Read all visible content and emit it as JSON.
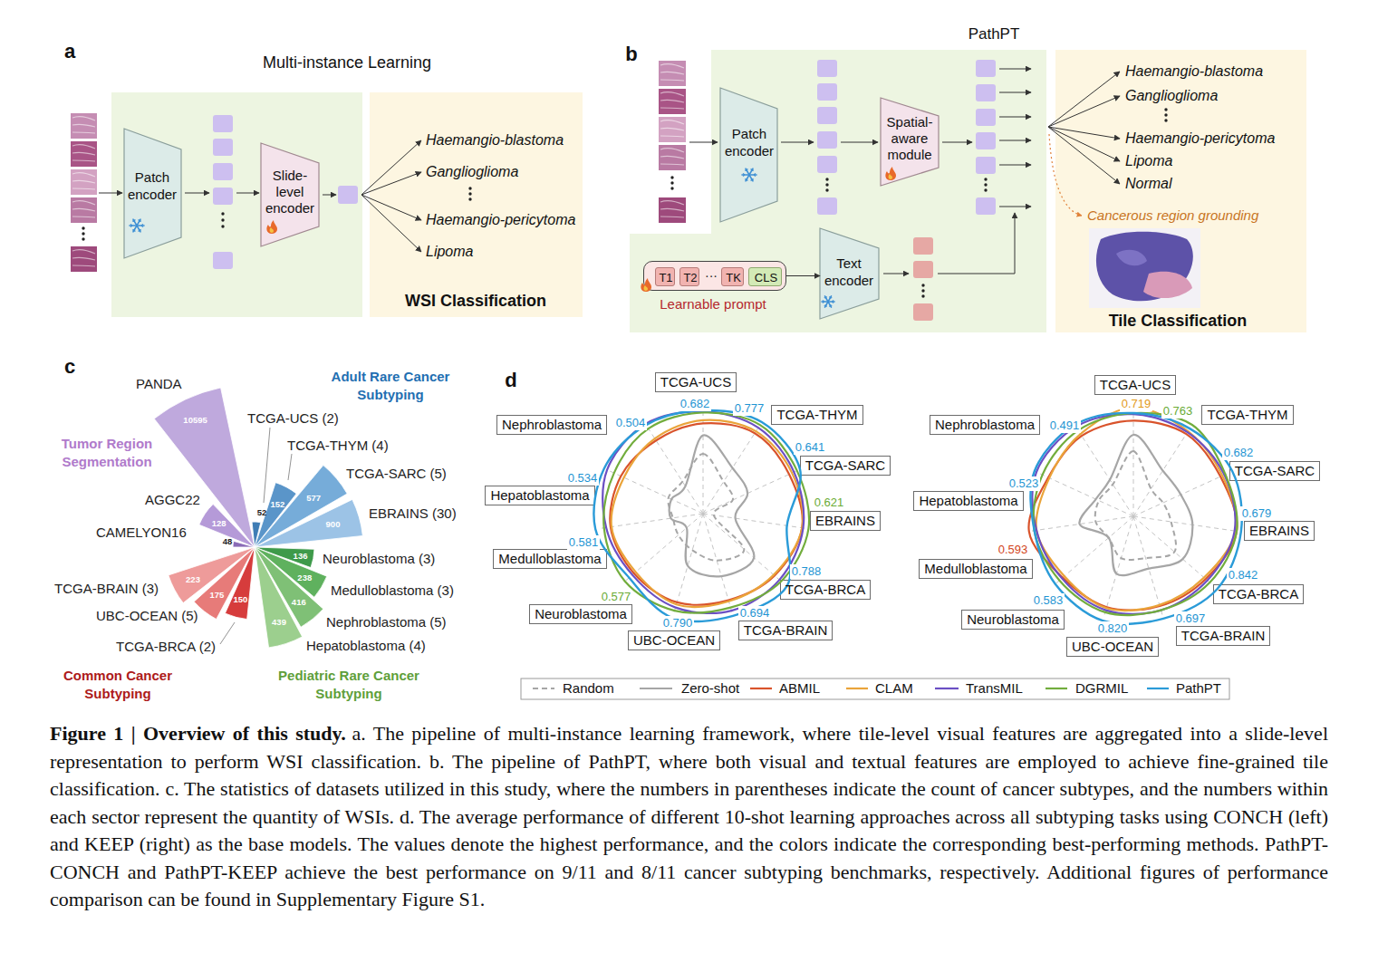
{
  "diagram": {
    "title": "Figure 1 | Overview of this study.",
    "caption": "a. The pipeline of multi-instance learning framework, where tile-level visual features are aggregated into a slide-level representation to perform WSI classification. b. The pipeline of PathPT, where both visual and textual features are employed to achieve fine-grained tile classification. c. The statistics of datasets utilized in this study, where the numbers in parentheses indicate the count of cancer subtypes, and the numbers within each sector represent the quantity of WSIs. d. The average performance of different 10-shot learning approaches across all subtyping tasks using CONCH (left) and KEEP (right) as the base models. The values denote the highest performance, and the colors indicate the corresponding best-performing methods. PathPT-CONCH and PathPT-KEEP achieve the best performance on 9/11 and 8/11 cancer subtyping benchmarks, respectively. Additional figures of performance comparison can be found in Supplementary Figure S1.",
    "nodes": [
      {
        "text": [
          "Multi-instance Learning"
        ]
      },
      {
        "text": [
          "Patch encoder"
        ],
        "in": 0
      },
      {
        "text": [
          "Slide- level encoder"
        ],
        "in": 0
      },
      {
        "text": [
          "Haemangio-blastoma",
          "Ganglioglioma",
          "Haemangio-pericytoma",
          "Lipoma",
          "WSI Classification"
        ]
      },
      {
        "text": [
          "PathPT"
        ]
      },
      {
        "text": [
          "Patch encoder"
        ],
        "in": 4
      },
      {
        "text": [
          "Spatial- aware module"
        ],
        "in": 4
      },
      {
        "text": [
          "Learnable prompt"
        ],
        "in": 4
      },
      {
        "text": [
          "T1"
        ],
        "in": 7
      },
      {
        "text": [
          "T2"
        ],
        "in": 7
      },
      {
        "text": [
          "TK"
        ],
        "in": 7
      },
      {
        "text": [
          "CLS"
        ],
        "in": 7
      },
      {
        "text": [
          "Text encoder"
        ],
        "in": 4
      },
      {
        "text": [
          "Haemangio-blastoma",
          "Ganglioglioma",
          "Haemangio-pericytoma",
          "Lipoma",
          "Normal",
          "Cancerous region grounding",
          "Tile Classification"
        ]
      },
      {
        "text": [
          "TCGA-UCS"
        ]
      },
      {
        "text": [
          "TCGA-THYM"
        ]
      },
      {
        "text": [
          "TCGA-SARC"
        ]
      },
      {
        "text": [
          "EBRAINS"
        ]
      },
      {
        "text": [
          "TCGA-BRCA"
        ]
      },
      {
        "text": [
          "TCGA-BRAIN"
        ]
      },
      {
        "text": [
          "UBC-OCEAN"
        ]
      },
      {
        "text": [
          "Neuroblastoma"
        ]
      },
      {
        "text": [
          "Medulloblastoma"
        ]
      },
      {
        "text": [
          "Hepatoblastoma"
        ]
      },
      {
        "text": [
          "Nephroblastoma"
        ]
      },
      {
        "text": [
          "TCGA-UCS"
        ]
      },
      {
        "text": [
          "TCGA-THYM"
        ]
      },
      {
        "text": [
          "TCGA-SARC"
        ]
      },
      {
        "text": [
          "EBRAINS"
        ]
      },
      {
        "text": [
          "TCGA-BRCA"
        ]
      },
      {
        "text": [
          "TCGA-BRAIN"
        ]
      },
      {
        "text": [
          "UBC-OCEAN"
        ]
      },
      {
        "text": [
          "Neuroblastoma"
        ]
      },
      {
        "text": [
          "Medulloblastoma"
        ]
      },
      {
        "text": [
          "Hepatoblastoma"
        ]
      },
      {
        "text": [
          "Nephroblastoma"
        ]
      }
    ],
    "edges": [
      {
        "from": 7,
        "to": 12,
        "arrow": "to"
      }
    ],
    "labels": [
      "a",
      "b",
      "c",
      "d",
      "···",
      "PANDA",
      "TCGA-UCS (2)",
      "TCGA-THYM (4)",
      "TCGA-SARC (5)",
      "EBRAINS (30)",
      "Neuroblastoma (3)",
      "Medulloblastoma (3)",
      "Nephroblastoma (5)",
      "Hepatoblastoma (4)",
      "TCGA-BRCA (2)",
      "UBC-OCEAN (5)",
      "TCGA-BRAIN (3)",
      "CAMELYON16",
      "AGGC22",
      "Adult Rare Cancer Subtyping",
      "Tumor Region Segmentation",
      "Common Cancer Subtyping",
      "Pediatric Rare Cancer Subtyping",
      "10595",
      "52",
      "152",
      "577",
      "900",
      "136",
      "238",
      "416",
      "439",
      "150",
      "175",
      "223",
      "48",
      "128",
      "0.682",
      "0.777",
      "0.504",
      "0.641",
      "0.621",
      "0.534",
      "0.788",
      "0.581",
      "0.694",
      "0.577",
      "0.790",
      "0.719",
      "0.763",
      "0.491",
      "0.682",
      "0.679",
      "0.523",
      "0.593",
      "0.842",
      "0.583",
      "0.697",
      "0.820"
    ],
    "legend": [
      {
        "text": "Random"
      },
      {
        "text": "Zero-shot"
      },
      {
        "text": "ABMIL"
      },
      {
        "text": "CLAM"
      },
      {
        "text": "TransMIL"
      },
      {
        "text": "DGRMIL"
      },
      {
        "text": "PathPT"
      }
    ]
  }
}
